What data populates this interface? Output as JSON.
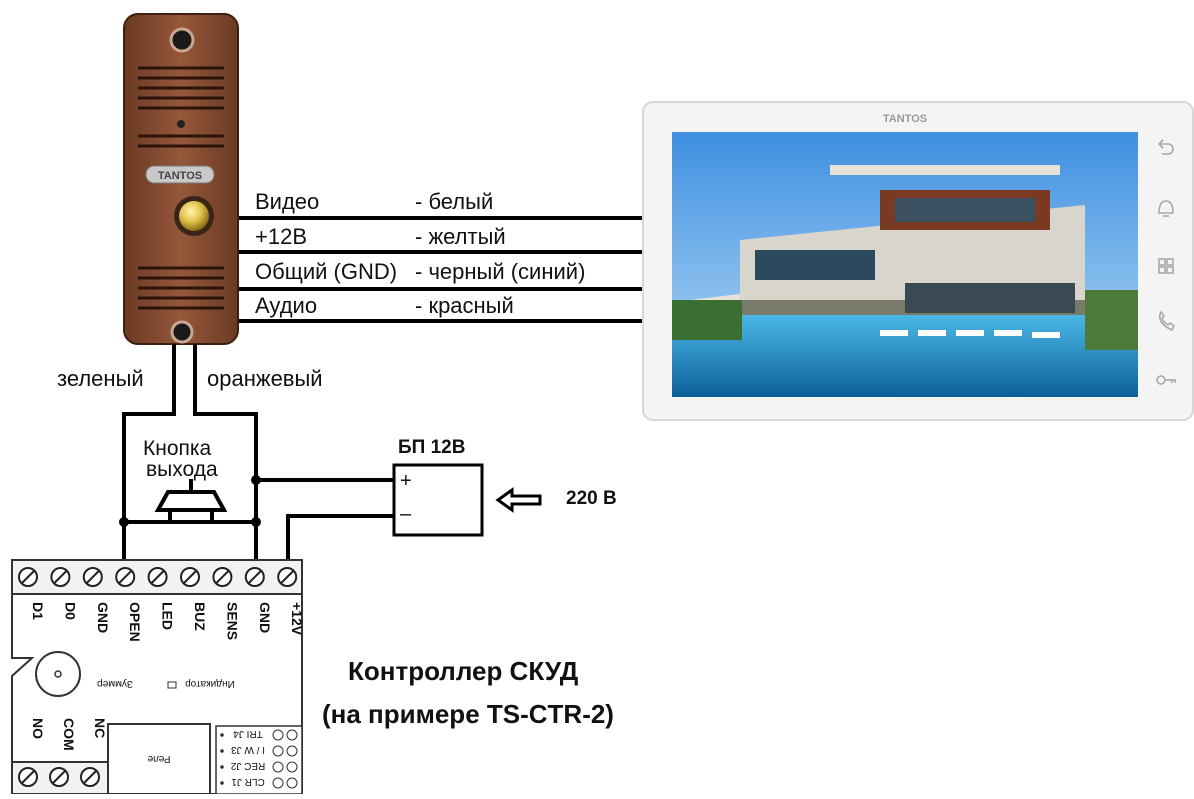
{
  "panel": {
    "brand": "TANTOS"
  },
  "monitor": {
    "brand": "TANTOS",
    "icons": [
      "back-icon",
      "bell-icon",
      "grid-icon",
      "handset-icon",
      "key-icon"
    ]
  },
  "wires": [
    {
      "name": "Видео",
      "color": "- белый"
    },
    {
      "name": "+12В",
      "color": "- желтый"
    },
    {
      "name": "Общий (GND)",
      "color": "- черный (синий)"
    },
    {
      "name": "Аудио",
      "color": "- красный"
    }
  ],
  "lead_labels": {
    "left": "зеленый",
    "right": "оранжевый"
  },
  "exit_button": {
    "line1": "Кнопка",
    "line2": "выхода"
  },
  "psu": {
    "title": "БП 12В",
    "plus": "+",
    "minus": "–",
    "input": "220 В"
  },
  "controller": {
    "terminals_top": [
      "D1",
      "D0",
      "GND",
      "OPEN",
      "LED",
      "BUZ",
      "SENS",
      "GND",
      "+12V"
    ],
    "terminals_bottom": [
      "NO",
      "COM",
      "NC"
    ],
    "buzzer_label": "Зуммер",
    "indicator_label": "Индикатор",
    "relay_label": "Реле",
    "jumpers": [
      "TRI J4",
      "I / W J3",
      "REC J2",
      "CLR J1"
    ]
  },
  "caption": {
    "line1": "Контроллер СКУД",
    "line2": "(на примере TS-CTR-2)"
  }
}
